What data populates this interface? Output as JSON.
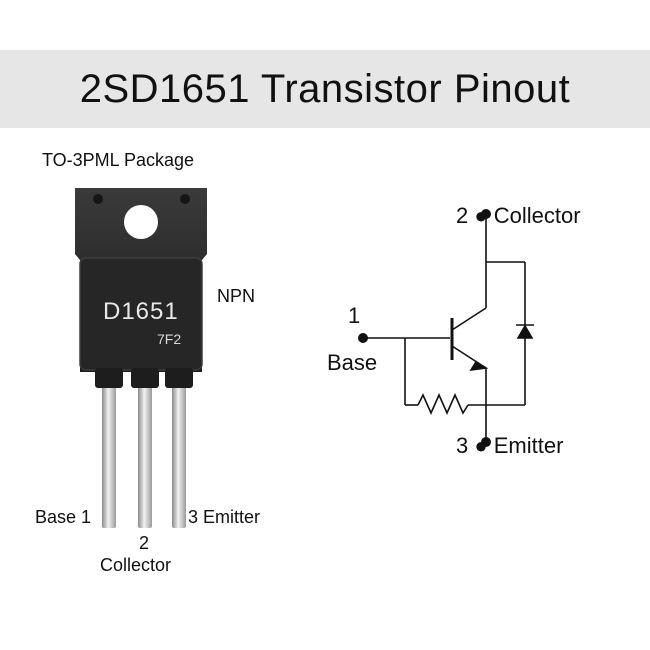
{
  "title": "2SD1651 Transistor Pinout",
  "package": {
    "label": "TO-3PML Package",
    "marking_part": "D1651",
    "marking_code": "7F2",
    "type_label": "NPN"
  },
  "pins": {
    "base": "Base 1",
    "collector_number": "2",
    "collector": "Collector",
    "emitter": "3 Emitter"
  },
  "symbol": {
    "collector": "2 ● Collector",
    "base_number": "1",
    "base": "Base",
    "emitter": "3 ● Emitter"
  },
  "colors": {
    "title_bar": "#e6e6e6",
    "package_body": "#2b2b2b",
    "lead": "#c8c8c8",
    "line": "#111111"
  }
}
